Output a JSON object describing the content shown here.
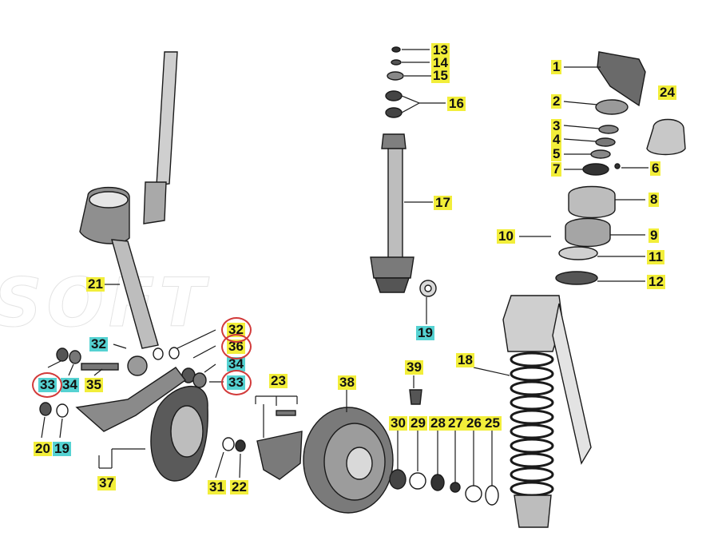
{
  "watermark": "SOFT",
  "labels": [
    {
      "text": "13",
      "hl": "yellow"
    },
    {
      "text": "14",
      "hl": "yellow"
    },
    {
      "text": "15",
      "hl": "yellow"
    },
    {
      "text": "16",
      "hl": "yellow"
    },
    {
      "text": "17",
      "hl": "yellow"
    },
    {
      "text": "19",
      "hl": "cyan"
    },
    {
      "text": "18",
      "hl": "yellow"
    },
    {
      "text": "1",
      "hl": "yellow"
    },
    {
      "text": "2",
      "hl": "yellow"
    },
    {
      "text": "3",
      "hl": "yellow"
    },
    {
      "text": "4",
      "hl": "yellow"
    },
    {
      "text": "5",
      "hl": "yellow"
    },
    {
      "text": "7",
      "hl": "yellow"
    },
    {
      "text": "6",
      "hl": "yellow"
    },
    {
      "text": "24",
      "hl": "yellow"
    },
    {
      "text": "8",
      "hl": "yellow"
    },
    {
      "text": "10",
      "hl": "yellow"
    },
    {
      "text": "9",
      "hl": "yellow"
    },
    {
      "text": "11",
      "hl": "yellow"
    },
    {
      "text": "12",
      "hl": "yellow"
    },
    {
      "text": "21",
      "hl": "yellow"
    },
    {
      "text": "32",
      "hl": "cyan"
    },
    {
      "text": "32",
      "hl": "yellow"
    },
    {
      "text": "36",
      "hl": "yellow"
    },
    {
      "text": "34",
      "hl": "cyan"
    },
    {
      "text": "33",
      "hl": "cyan"
    },
    {
      "text": "33",
      "hl": "cyan"
    },
    {
      "text": "34",
      "hl": "cyan"
    },
    {
      "text": "35",
      "hl": "yellow"
    },
    {
      "text": "20",
      "hl": "yellow"
    },
    {
      "text": "19",
      "hl": "cyan"
    },
    {
      "text": "37",
      "hl": "yellow"
    },
    {
      "text": "23",
      "hl": "yellow"
    },
    {
      "text": "38",
      "hl": "yellow"
    },
    {
      "text": "39",
      "hl": "yellow"
    },
    {
      "text": "31",
      "hl": "yellow"
    },
    {
      "text": "22",
      "hl": "yellow"
    },
    {
      "text": "30",
      "hl": "yellow"
    },
    {
      "text": "29",
      "hl": "yellow"
    },
    {
      "text": "28",
      "hl": "yellow"
    },
    {
      "text": "27",
      "hl": "yellow"
    },
    {
      "text": "26",
      "hl": "yellow"
    },
    {
      "text": "25",
      "hl": "yellow"
    }
  ],
  "colors": {
    "yellow": "#f2ee3a",
    "cyan": "#55d2d2",
    "ring": "#d23a3a",
    "ink": "#1a1a1a"
  }
}
